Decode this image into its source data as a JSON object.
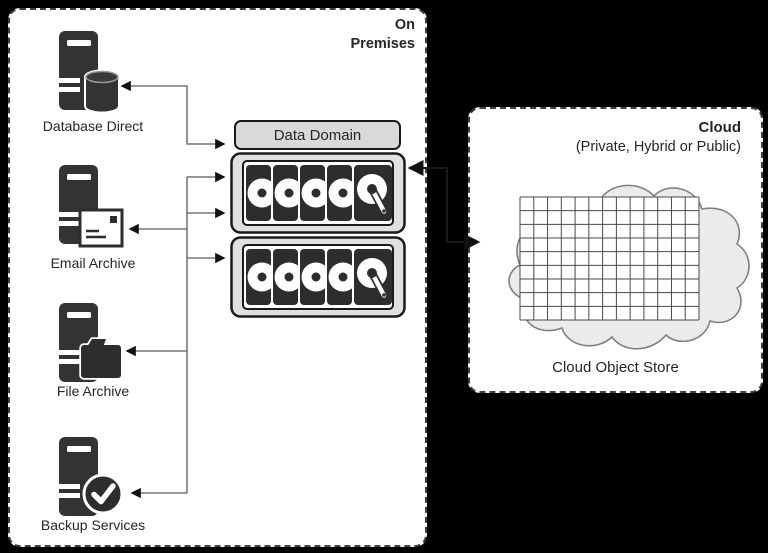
{
  "on_premises": {
    "title": "On Premises",
    "servers": [
      {
        "label": "Database Direct"
      },
      {
        "label": "Email Archive"
      },
      {
        "label": "File Archive"
      },
      {
        "label": "Backup Services"
      }
    ],
    "data_domain": {
      "label": "Data Domain",
      "shelf_count": 2,
      "disks_per_shelf": 5
    }
  },
  "cloud": {
    "title": "Cloud",
    "subtitle": "(Private, Hybrid or Public)",
    "store_label": "Cloud Object Store",
    "grid": {
      "cols": 13,
      "rows": 9
    }
  },
  "colors": {
    "background": "#000000",
    "panel_bg": "#ffffff",
    "panel_border": "#404040",
    "icon_dark": "#333333",
    "disk_dark": "#2d2d2d",
    "shelf_fill": "#e0e0e0",
    "header_fill": "#d9d9d9",
    "cloud_fill": "#ebebeb",
    "cloud_border": "#808080",
    "text": "#262626",
    "connector_line": "#5a5a5a",
    "arrow": "#111111"
  }
}
